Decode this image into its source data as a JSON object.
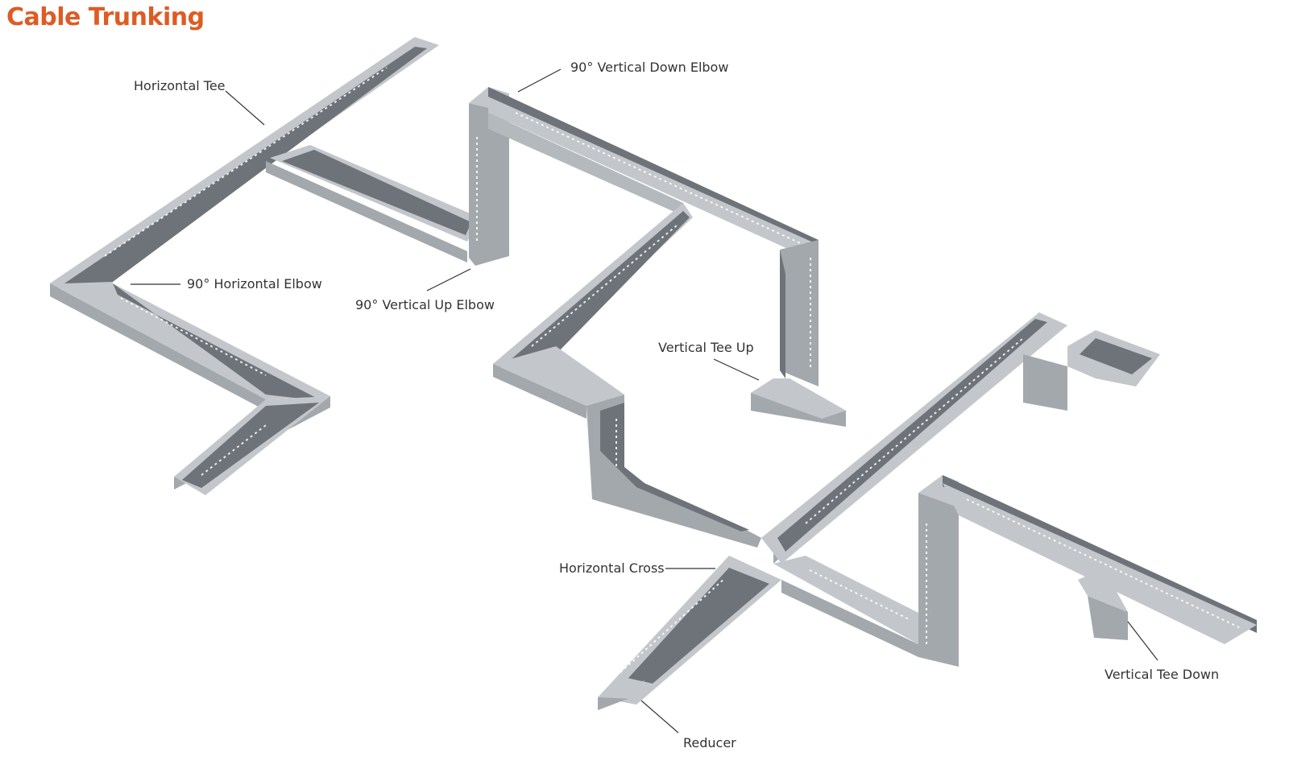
{
  "title": "Cable Trunking",
  "labels": {
    "horizontal_tee": "Horizontal Tee",
    "vertical_down_elbow": "90° Vertical Down Elbow",
    "horizontal_elbow": "90° Horizontal Elbow",
    "vertical_up_elbow": "90° Vertical Up Elbow",
    "vertical_tee_up": "Vertical Tee Up",
    "horizontal_cross": "Horizontal Cross",
    "vertical_tee_down": "Vertical Tee Down",
    "reducer": "Reducer"
  },
  "colors": {
    "title": "#dd5c24",
    "trunking_top": "#c3c7cb",
    "trunking_side": "#a3a8ad",
    "trunking_inner": "#6e7379",
    "label_text": "#333333"
  }
}
